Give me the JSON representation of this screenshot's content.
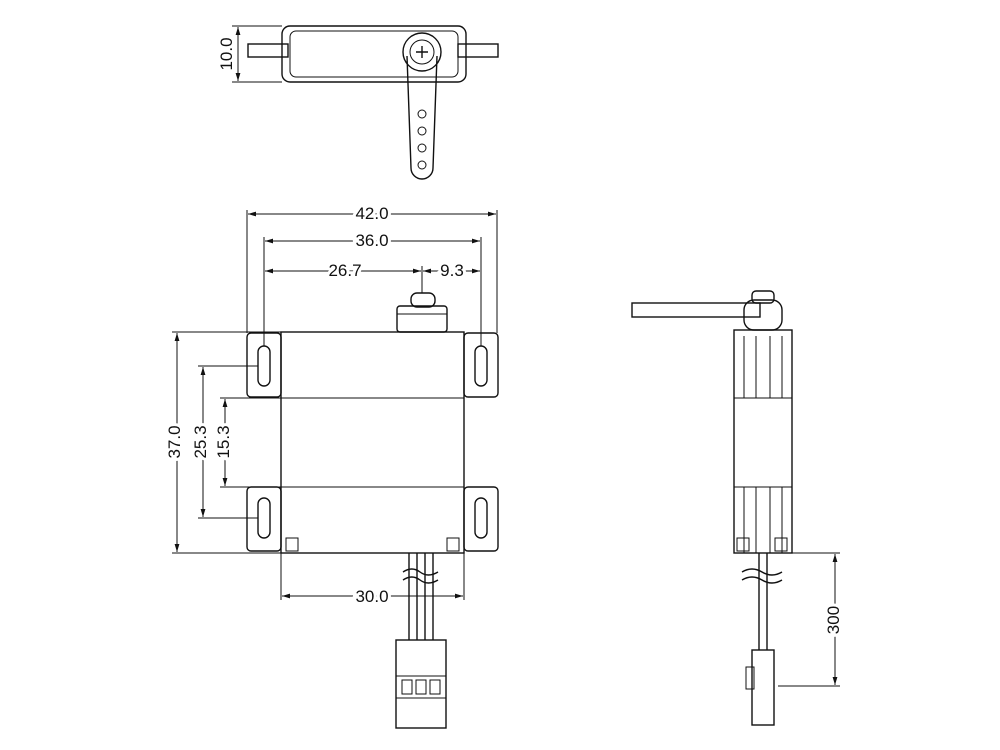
{
  "colors": {
    "line": "#111111",
    "background": "#ffffff"
  },
  "dimensions": {
    "top_view_height": "10.0",
    "overall_width": "42.0",
    "hole_spacing": "36.0",
    "shaft_offset_left": "26.7",
    "shaft_offset_right": "9.3",
    "overall_height": "37.0",
    "mount_spacing_outer": "25.3",
    "mount_spacing_inner": "15.3",
    "body_width": "30.0",
    "cable_length": "300"
  }
}
